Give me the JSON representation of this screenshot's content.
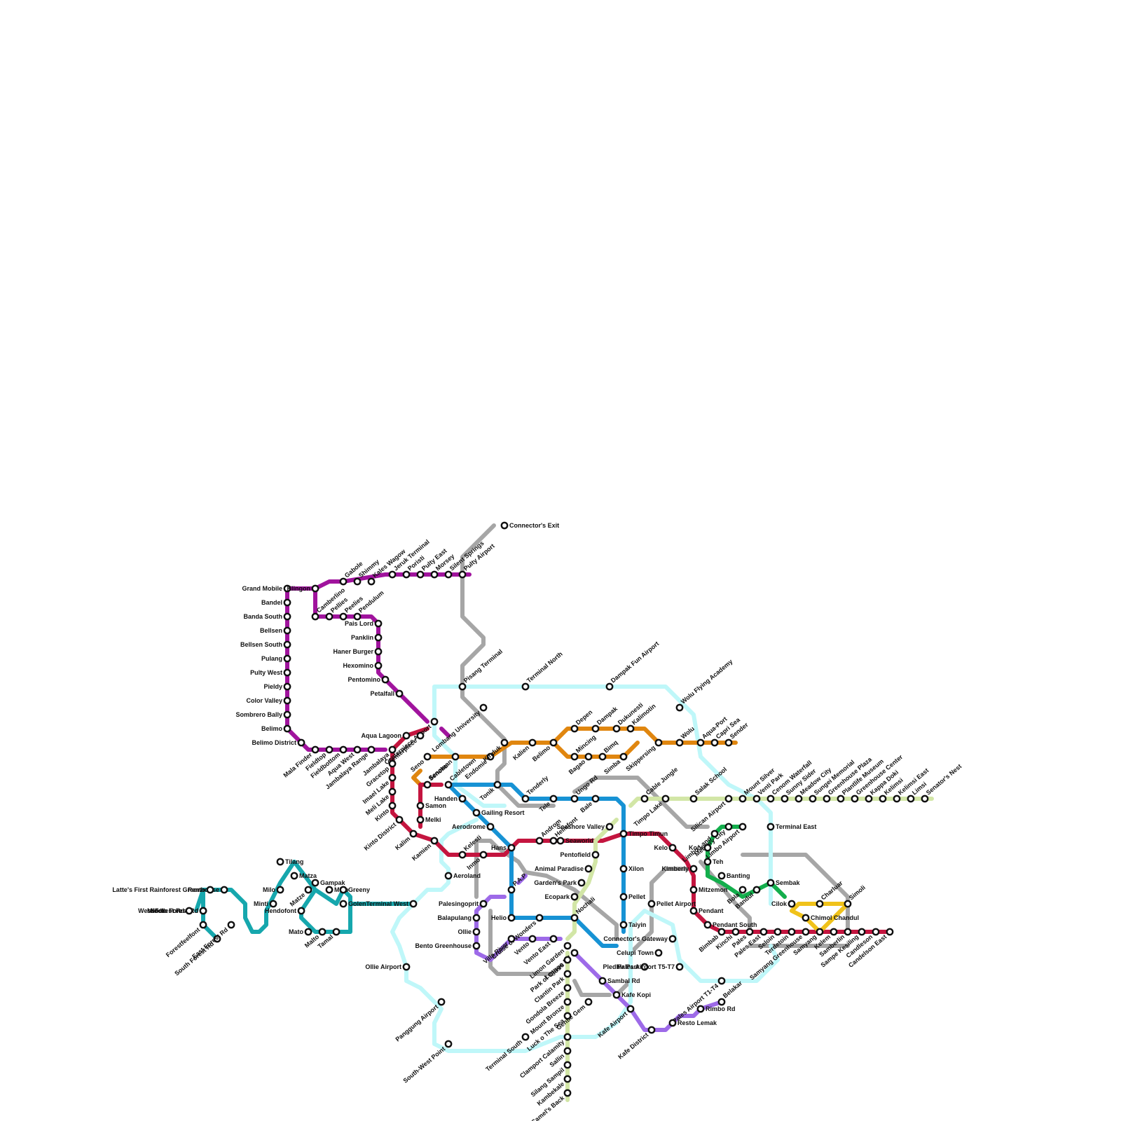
{
  "map": {
    "lines": [
      {
        "id": "purple-magenta",
        "color": "#a0139d"
      },
      {
        "id": "grey",
        "color": "#a6a6a6"
      },
      {
        "id": "light-cyan",
        "color": "#bff7f9"
      },
      {
        "id": "orange",
        "color": "#e0860f"
      },
      {
        "id": "crimson",
        "color": "#c4153f"
      },
      {
        "id": "blue",
        "color": "#1792d4"
      },
      {
        "id": "teal",
        "color": "#16a7ad"
      },
      {
        "id": "lavender",
        "color": "#9d6ae8"
      },
      {
        "id": "pale-green",
        "color": "#d2e6a6"
      },
      {
        "id": "green",
        "color": "#13ae4c"
      },
      {
        "id": "yellow",
        "color": "#f0c21a"
      }
    ],
    "stations": [
      "Connector's Exit",
      "Grand Mobile",
      "Bandel",
      "Banda South",
      "Bellsen",
      "Bellsen South",
      "Pulang",
      "Pulty West",
      "Pieldy",
      "Color Valley",
      "Sombrero Bally",
      "Belimo",
      "Belimo District",
      "Klingon",
      "Gabole",
      "Shimmy",
      "Kales Wagow",
      "Jeruk Terminal",
      "Poristi",
      "Pulty East",
      "Morsey",
      "Silent Springs",
      "Pulty Airport",
      "Camberlino",
      "Pellies",
      "Peelies",
      "Pendulum",
      "Pais Lord",
      "Panklin",
      "Haner Burger",
      "Hexomino",
      "Pentomino",
      "Petalfall",
      "Centerpiece Airport",
      "Centerpiece",
      "Mala Finder",
      "Fieldtop",
      "Fieldbottom",
      "Aqua West",
      "Jambalaya Range",
      "Aqua Lagoon",
      "Seno",
      "Senoman",
      "Senoko",
      "Cabletown",
      "Endomie",
      "Jambalaya",
      "Gracetop",
      "Imael Lake",
      "Meli Lake",
      "Kinto",
      "Kinto District",
      "Kalim",
      "Kamien",
      "Samon",
      "Melki",
      "Pisang Terminal",
      "Terminal North",
      "Dampak Fun Airport",
      "Wolu Flying Academy",
      "Lombang University",
      "Kinduk",
      "Kalien",
      "Belimo",
      "Depen",
      "Dampak",
      "Dukunesti",
      "Kalimotin",
      "Mincing",
      "Bagao",
      "Bimq",
      "Simba",
      "Skippersing",
      "Wolu",
      "Aqua-Port",
      "Capri Sea",
      "Sender",
      "Tonik",
      "Tenderly",
      "Tele",
      "Ungo Rd",
      "Bale",
      "Handen",
      "Gailing Resort",
      "Aerodrome",
      "Kelesti",
      "Inmo",
      "Hans",
      "Androm",
      "Helmfont",
      "Seaworld",
      "Seashore Valley",
      "Timpo Timun",
      "Cable Jungle",
      "Timpo Lake",
      "Salak School",
      "Silican Airport",
      "Mount Silver",
      "Venti Park",
      "Cenom Waterfall",
      "Sunny Sider",
      "Meadow City",
      "Sungei Memorial",
      "Greenhouse Plaza",
      "Plantlife Museum",
      "Greenhouse Center",
      "Kappa Doki",
      "Kelimsi",
      "Kelimsi East",
      "Limsi",
      "Senator's Nest",
      "Terminal East",
      "Memory City",
      "Limbo Airport",
      "Limbo Land",
      "Kopi",
      "Teh",
      "Banting",
      "Sembak",
      "Kelo",
      "Kimberly",
      "Mitzemon",
      "Pendant",
      "Pendant South",
      "Bimbab",
      "Kinchi",
      "Pales",
      "Pales East",
      "Bola",
      "Bandul",
      "Cilok",
      "Charluar",
      "Simoli",
      "Chimol Chandul",
      "Seloin",
      "Terdetoin",
      "Samyang Greenhouse",
      "Samyang",
      "Kelem",
      "Samberlin",
      "Sampe Kesiling",
      "Candleson",
      "Candelson East",
      "Pentofield",
      "Animal Paradise",
      "Garden's Park",
      "Ecopark",
      "Nochali",
      "Xilon",
      "Pellet",
      "Taiyin",
      "Pellet Airport",
      "Connector's Gateway",
      "Celupi Town",
      "Pledhir Park",
      "Pales Airport T5-T7",
      "Pales Airport T1-T4",
      "Tilang",
      "Matza",
      "Gampak",
      "Miso",
      "Greeny",
      "Golen",
      "Terminal West",
      "Milo",
      "Minti",
      "Matze",
      "Hendofont",
      "Mato",
      "Malto",
      "Tamal",
      "Latte's First Rainforest Greenhouse",
      "Pento",
      "North Forest Rd",
      "Middle Forest Rd",
      "West Forest Rd",
      "Forestfeelfont",
      "South Forest Rd",
      "East Forest Rd",
      "Aeroland",
      "Ollie Airport",
      "Panggung Airport",
      "South-West Point",
      "Terminal South",
      "P.A.P",
      "Palesingoprit",
      "Balapulang",
      "Ollie",
      "Bento Greenhouse",
      "Helio",
      "Cruise of Wonders",
      "Villa River",
      "Vento",
      "Vento East",
      "Lenggo Rd",
      "Sambal Rd",
      "Kafe Kopi",
      "Kafe Airport",
      "Kafe District",
      "Resto Lemak",
      "Rimbo Rd",
      "Belakar",
      "Limon Garden",
      "Park of Olives",
      "Clantin Park",
      "Gondola Breeze",
      "Gentle Gem",
      "Mount Bronze",
      "Luck o The Sea",
      "Clamport Calamity",
      "Sallin",
      "Silang Sampil",
      "Kambekale",
      "Camel's Back"
    ]
  }
}
